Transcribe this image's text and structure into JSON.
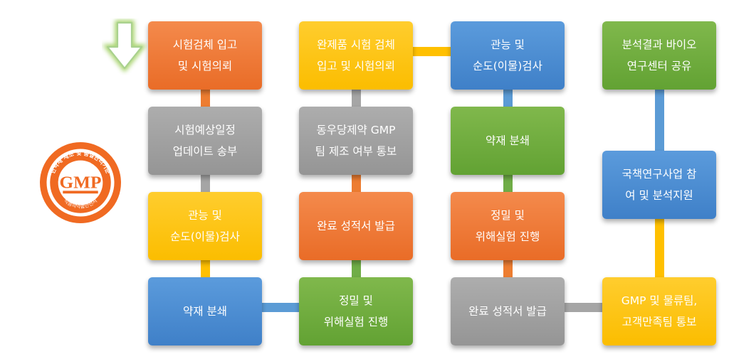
{
  "diagram": {
    "colors": {
      "orange": "#ED7D31",
      "gray": "#A5A5A5",
      "yellow": "#FFC000",
      "blue": "#5B9BD5",
      "green": "#70AD47"
    },
    "nodes": [
      {
        "id": "n1",
        "color": "orange",
        "lines": [
          "시험검체 입고",
          "및 시험의뢰"
        ]
      },
      {
        "id": "n2",
        "color": "gray",
        "lines": [
          "시험예상일정",
          "업데이트 송부"
        ]
      },
      {
        "id": "n3",
        "color": "yellow",
        "lines": [
          "관능 및",
          "순도(이물)검사"
        ]
      },
      {
        "id": "n4",
        "color": "blue",
        "lines": [
          "약재 분쇄"
        ]
      },
      {
        "id": "n5",
        "color": "green",
        "lines": [
          "정밀 및",
          "위해실험 진행"
        ]
      },
      {
        "id": "n6",
        "color": "orange",
        "lines": [
          "완료 성적서 발급"
        ]
      },
      {
        "id": "n7",
        "color": "gray",
        "lines": [
          "동우당제약 GMP",
          "팀 제조 여부 통보"
        ]
      },
      {
        "id": "n8",
        "color": "yellow",
        "lines": [
          "완제품 시험 검체",
          "입고 및 시험의뢰"
        ]
      },
      {
        "id": "n9",
        "color": "blue",
        "lines": [
          "관능 및",
          "순도(이물)검사"
        ]
      },
      {
        "id": "n10",
        "color": "green",
        "lines": [
          "약재 분쇄"
        ]
      },
      {
        "id": "n11",
        "color": "orange",
        "lines": [
          "정밀 및",
          "위해실험 진행"
        ]
      },
      {
        "id": "n12",
        "color": "gray",
        "lines": [
          "완료 성적서 발급"
        ]
      },
      {
        "id": "n13",
        "color": "yellow",
        "lines": [
          "GMP 및 물류팀,",
          "고객만족팀 통보"
        ]
      },
      {
        "id": "n14",
        "color": "blue",
        "lines": [
          "국책연구사업 참",
          "여 및 분석지원"
        ]
      },
      {
        "id": "n15",
        "color": "green",
        "lines": [
          "분석결과 바이오",
          "연구센터 공유"
        ]
      }
    ],
    "edges": [
      {
        "from": "n1",
        "to": "n2",
        "color": "orange"
      },
      {
        "from": "n2",
        "to": "n3",
        "color": "gray"
      },
      {
        "from": "n3",
        "to": "n4",
        "color": "yellow"
      },
      {
        "from": "n4",
        "to": "n5",
        "color": "blue"
      },
      {
        "from": "n5",
        "to": "n6",
        "color": "green"
      },
      {
        "from": "n6",
        "to": "n7",
        "color": "orange"
      },
      {
        "from": "n7",
        "to": "n8",
        "color": "gray"
      },
      {
        "from": "n8",
        "to": "n9",
        "color": "yellow"
      },
      {
        "from": "n9",
        "to": "n10",
        "color": "blue"
      },
      {
        "from": "n10",
        "to": "n11",
        "color": "green"
      },
      {
        "from": "n11",
        "to": "n12",
        "color": "orange"
      },
      {
        "from": "n12",
        "to": "n13",
        "color": "gray"
      },
      {
        "from": "n13",
        "to": "n14",
        "color": "yellow"
      },
      {
        "from": "n14",
        "to": "n15",
        "color": "blue"
      }
    ]
  },
  "start_arrow": {
    "icon": "arrow-down-icon",
    "color": "#A9D18E",
    "glow": "#8DC63F"
  },
  "gmp_logo": {
    "icon": "gmp-seal-icon",
    "main_text": "GMP",
    "top_text": "한약재 제조 및 품질관리기준",
    "bottom_text": "식품의약품안전처",
    "color": "#F06A22"
  }
}
